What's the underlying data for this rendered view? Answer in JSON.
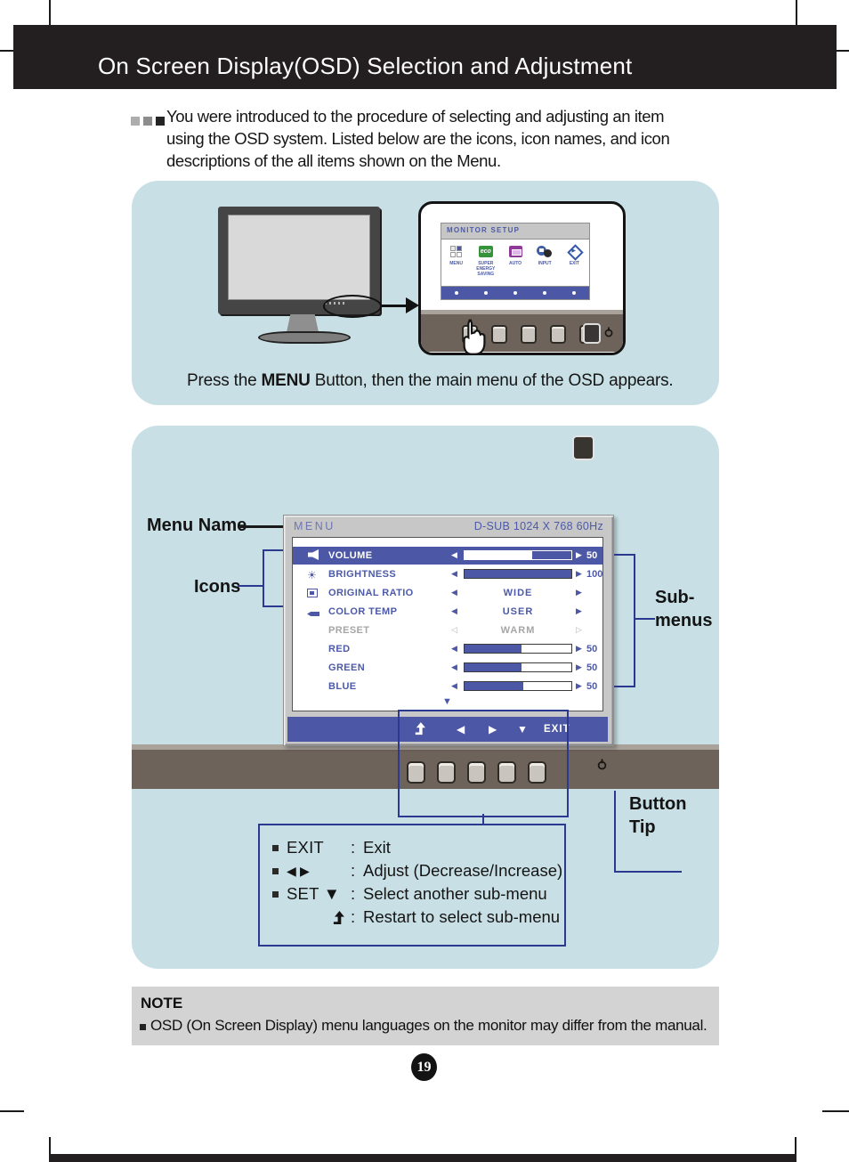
{
  "page": {
    "title": "On Screen Display(OSD) Selection and Adjustment",
    "page_number": "19",
    "intro_lines": [
      "You were introduced to the procedure of selecting and adjusting an item",
      "using the OSD system. Listed below are the icons, icon names, and icon",
      "descriptions of the all items shown on the Menu."
    ]
  },
  "press_menu_box": {
    "caption": {
      "prefix": "Press the ",
      "bold": "MENU",
      "suffix": " Button, then the main menu of the OSD appears."
    },
    "monitor_setup": {
      "title": "MONITOR SETUP",
      "items": [
        {
          "name": "menu-grid",
          "label": "MENU"
        },
        {
          "name": "eco",
          "label": "SUPER\nENERGY\nSAVING"
        },
        {
          "name": "auto",
          "label": "AUTO"
        },
        {
          "name": "input",
          "label": "INPUT"
        },
        {
          "name": "exit",
          "label": "EXIT"
        }
      ]
    }
  },
  "osd_box": {
    "callout_labels": {
      "menu_name": "Menu Name",
      "icons": "Icons",
      "sub_menus": "Sub-\nmenus",
      "button_tip": "Button\nTip"
    },
    "osd_window": {
      "title": "MENU",
      "mode": "D-SUB 1024 X 768 60Hz",
      "rows": [
        {
          "icon": "speaker",
          "label": "VOLUME",
          "type": "slider",
          "value": "50",
          "fill": 63,
          "state": "selected"
        },
        {
          "icon": "brightness",
          "label": "BRIGHTNESS",
          "type": "slider",
          "value": "100",
          "fill": 100,
          "state": "normal"
        },
        {
          "icon": "ratio",
          "label": "ORIGINAL RATIO",
          "type": "choice",
          "value": "WIDE",
          "state": "normal"
        },
        {
          "icon": "color-temp",
          "label": "COLOR TEMP",
          "type": "choice",
          "value": "USER",
          "state": "normal"
        },
        {
          "icon": "",
          "label": "PRESET",
          "type": "choice",
          "value": "WARM",
          "state": "disabled"
        },
        {
          "icon": "",
          "label": "RED",
          "type": "slider",
          "value": "50",
          "fill": 53,
          "state": "normal"
        },
        {
          "icon": "",
          "label": "GREEN",
          "type": "slider",
          "value": "50",
          "fill": 53,
          "state": "normal"
        },
        {
          "icon": "",
          "label": "BLUE",
          "type": "slider",
          "value": "50",
          "fill": 55,
          "state": "normal"
        }
      ],
      "bar_icons": [
        {
          "name": "return-up"
        },
        {
          "name": "left",
          "glyph": "◀"
        },
        {
          "name": "right",
          "glyph": "▶"
        },
        {
          "name": "down",
          "glyph": "▼"
        },
        {
          "name": "exit",
          "text": "EXIT"
        }
      ]
    },
    "legend": {
      "rows": [
        {
          "bullet": true,
          "key": "EXIT",
          "desc": "Exit"
        },
        {
          "bullet": true,
          "key": "◀ ▶",
          "key_style": "tri",
          "desc": "Adjust (Decrease/Increase)"
        },
        {
          "bullet": true,
          "key": "SET ▼",
          "desc": "Select another sub-menu"
        },
        {
          "bullet": false,
          "key_icon": "return-up",
          "desc": "Restart to select sub-menu"
        }
      ]
    }
  },
  "note": {
    "title": "NOTE",
    "text": "OSD (On Screen Display) menu languages on the monitor may differ from the manual."
  },
  "colors": {
    "accent_navy": "#4c57a5",
    "osd_text_blue": "#4c5aa8",
    "callout_blue": "#2b3990",
    "panel_blue_bg": "#c8e0e5",
    "bezel_taupe": "#6e635b",
    "header_black": "#231f20",
    "note_gray": "#d3d3d3"
  }
}
